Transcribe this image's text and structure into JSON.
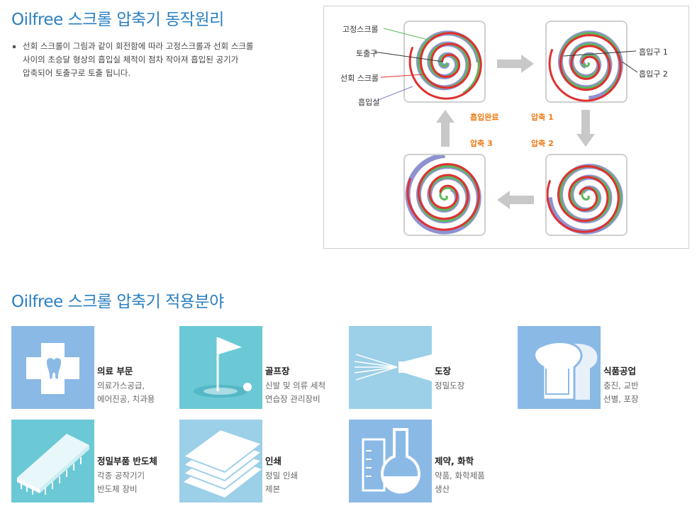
{
  "principle": {
    "title": "Oilfree 스크롤 압축기 동작원리",
    "description_lines": [
      "선회 스크롤이 그림과 같이 회전함에 따라 고정스크롤과 선회 스크롤",
      "사이의 초승달 형상의 흡입실 체적이 점차 작아져 흡입된 공기가",
      "압축되어 토출구로 토출 됩니다."
    ],
    "labels": {
      "fixed_scroll": "고정스크롤",
      "discharge": "토출구",
      "orbiting_scroll": "선회 스크롤",
      "suction_chamber": "흡입실",
      "inlet1": "흡입구 1",
      "inlet2": "흡입구 2"
    },
    "stages": {
      "suction_done": "흡입완료",
      "comp1": "압축 1",
      "comp2": "압축 2",
      "comp3": "압축 3"
    },
    "colors": {
      "fixed": "#5cb85c",
      "orbiting": "#e03030",
      "chamber": "#7a7fc8",
      "arrow": "#c8c8c8",
      "label": "#ef7a14"
    }
  },
  "applications": {
    "title": "Oilfree 스크롤 압축기 적용분야",
    "items": [
      {
        "name": "의료 부문",
        "lines": [
          "의료가스공급,",
          "에어진공, 치과용"
        ],
        "icon": "medical-icon",
        "color": "#8ab9e6"
      },
      {
        "name": "골프장",
        "lines": [
          "신발 및 의류 세척",
          "연습장 관리장비"
        ],
        "icon": "golf-flag-icon",
        "color": "#6bc9d6"
      },
      {
        "name": "도장",
        "lines": [
          "정밀도장"
        ],
        "icon": "spray-icon",
        "color": "#9ccfe8"
      },
      {
        "name": "식품공업",
        "lines": [
          "충진, 교반",
          "선별, 포장"
        ],
        "icon": "bread-icon",
        "color": "#8ab9e6"
      },
      {
        "name": "정밀부품 반도체",
        "lines": [
          "각종 공작기기",
          "반도체 장비"
        ],
        "icon": "chip-icon",
        "color": "#6bc9d6"
      },
      {
        "name": "인쇄",
        "lines": [
          "정밀 인쇄",
          "제본"
        ],
        "icon": "paper-stack-icon",
        "color": "#9ccfe8"
      },
      {
        "name": "제약, 화학",
        "lines": [
          "약품, 화학제품",
          "생산"
        ],
        "icon": "flask-icon",
        "color": "#8ab9e6"
      }
    ]
  }
}
